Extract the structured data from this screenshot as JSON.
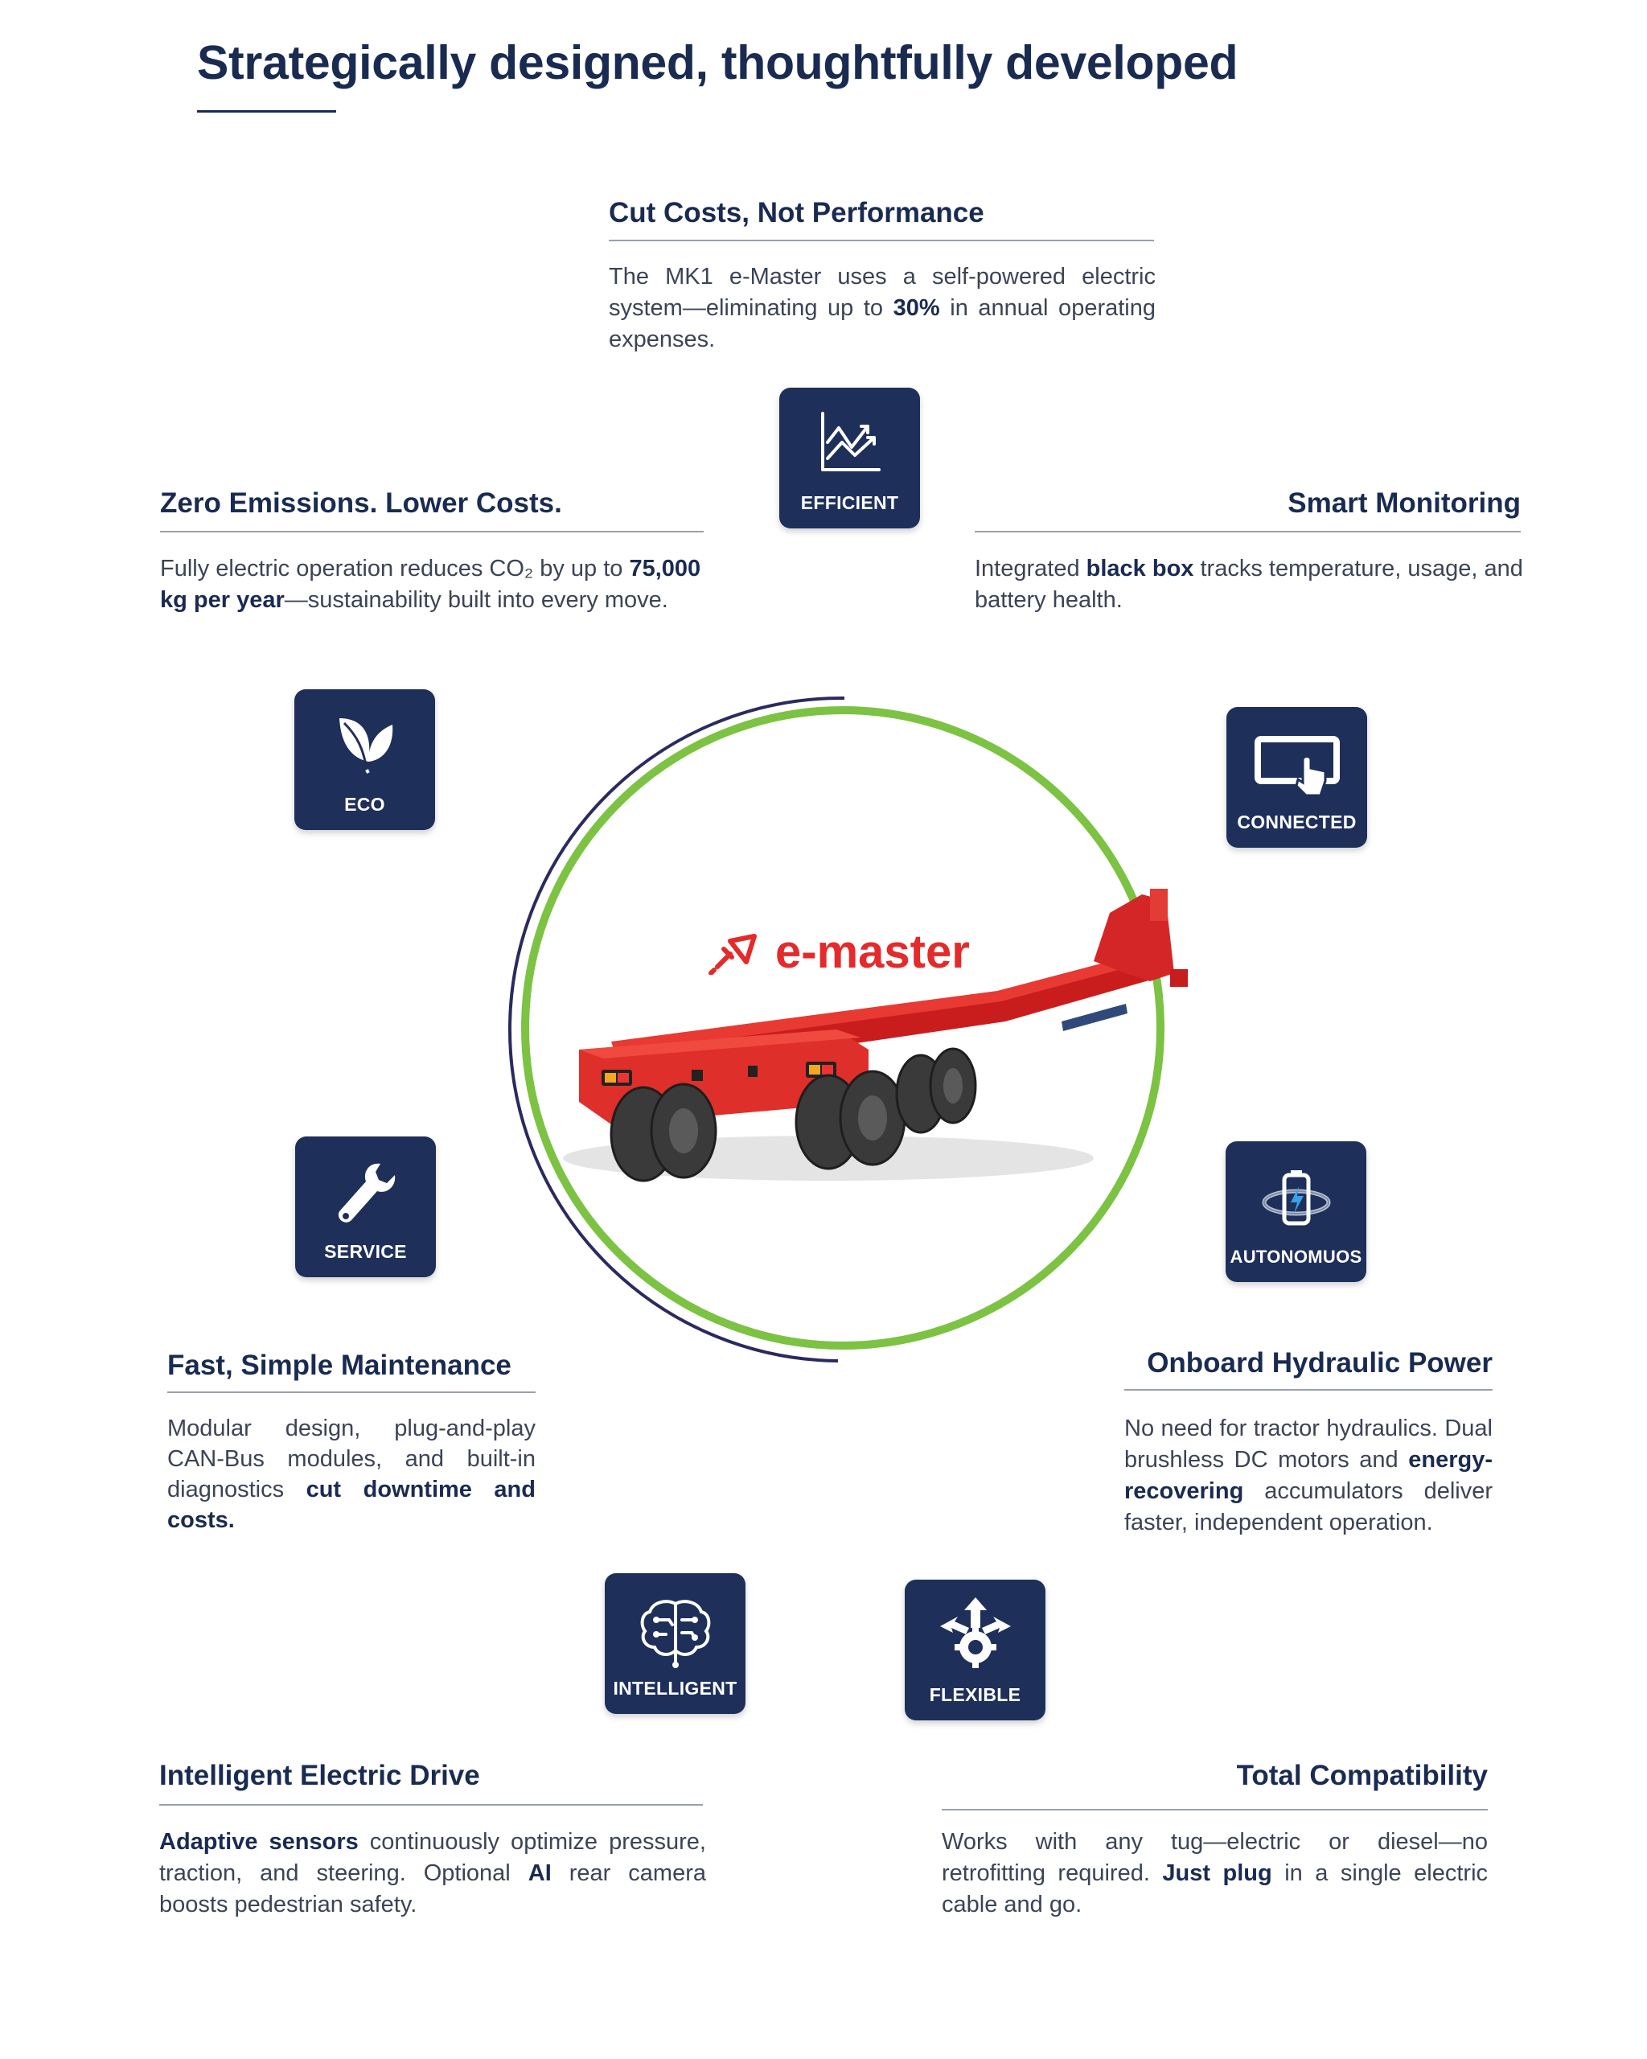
{
  "title": "Strategically designed, thoughtfully developed",
  "brand": {
    "name": "e-master",
    "logo_icon": "plug-icon",
    "color": "#e42a2a"
  },
  "colors": {
    "navy": "#1e2f5a",
    "ring_green": "#7cc243",
    "arc_dark": "#2b2a5f"
  },
  "sections": {
    "cut_costs": {
      "heading": "Cut Costs, Not Performance",
      "text_before": "The MK1 e-Master uses a self-powered electric system—eliminating up to ",
      "bold": "30%",
      "text_after": " in annual operating expenses."
    },
    "zero_emissions": {
      "heading": "Zero Emissions. Lower Costs.",
      "text_before": "Fully electric operation reduces CO₂ by up to ",
      "bold": "75,000 kg per year",
      "text_after": "—sustainability built into every move."
    },
    "smart_monitoring": {
      "heading": "Smart Monitoring",
      "text_before": "Integrated ",
      "bold": "black box",
      "text_after": " tracks temperature, usage, and battery health."
    },
    "maintenance": {
      "heading": "Fast, Simple Maintenance",
      "text_before": "Modular design, plug-and-play CAN-Bus modules, and built-in diagnostics ",
      "bold": "cut downtime and costs.",
      "text_after": ""
    },
    "hydraulic": {
      "heading": "Onboard Hydraulic Power",
      "text_before": "No need for tractor hydraulics. Dual brushless DC motors and ",
      "bold": "energy-recovering",
      "text_after": " accumulators deliver faster, independent operation."
    },
    "electric_drive": {
      "heading": "Intelligent Electric Drive",
      "bold1": "Adaptive sensors",
      "text1": " continuously optimize pressure, traction, and steering. Optional ",
      "bold2": "AI",
      "text2": " rear camera boosts pedestrian safety."
    },
    "compatibility": {
      "heading": "Total Compatibility",
      "text_before": "Works with any tug—electric or diesel—no retrofitting required. ",
      "bold": "Just plug",
      "text_after": " in a single electric cable and go."
    }
  },
  "badges": {
    "efficient": {
      "label": "EFFICIENT",
      "icon": "chart-trend-icon"
    },
    "eco": {
      "label": "ECO",
      "icon": "leaf-icon"
    },
    "connected": {
      "label": "CONNECTED",
      "icon": "touch-screen-icon"
    },
    "service": {
      "label": "SERVICE",
      "icon": "wrench-icon"
    },
    "autonomous": {
      "label": "AUTONOMUOS",
      "icon": "battery-icon"
    },
    "intelligent": {
      "label": "INTELLIGENT",
      "icon": "brain-circuit-icon"
    },
    "flexible": {
      "label": "FLEXIBLE",
      "icon": "gear-arrows-icon"
    }
  }
}
